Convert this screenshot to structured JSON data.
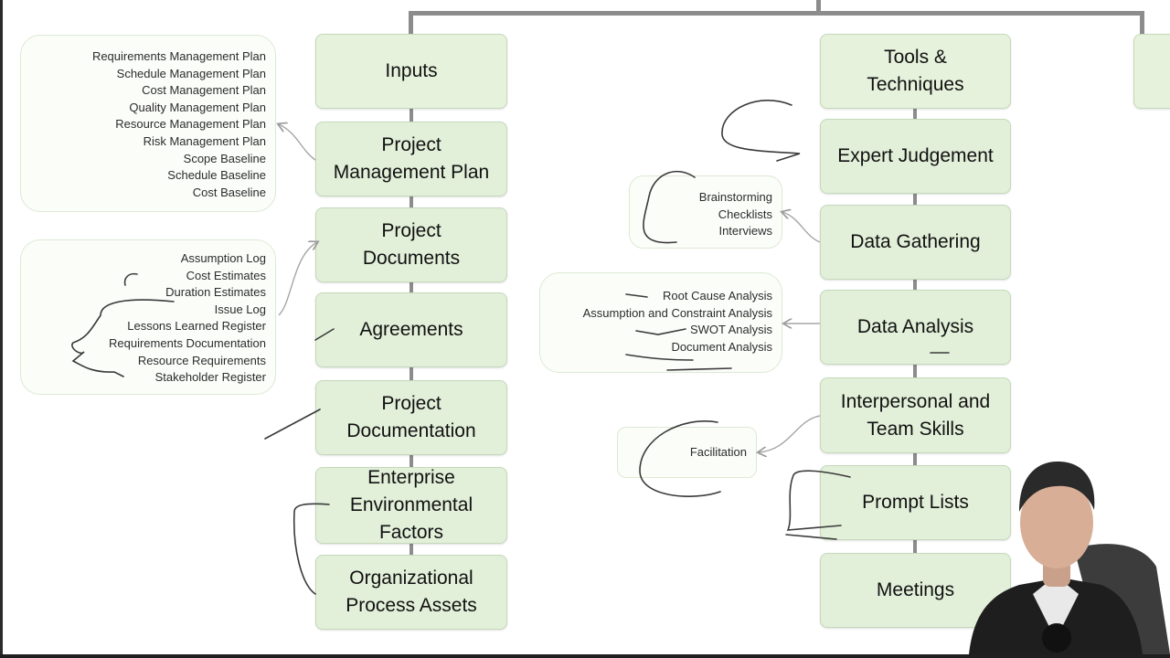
{
  "diagram": {
    "inputs": {
      "header": "Inputs",
      "items": [
        "Project\nManagement Plan",
        "Project\nDocuments",
        "Agreements",
        "Project\nDocumentation",
        "Enterprise\nEnvironmental\nFactors",
        "Organizational\nProcess Assets"
      ],
      "pm_plan_notes": [
        "Requirements Management Plan",
        "Schedule Management Plan",
        "Cost Management Plan",
        "Quality Management Plan",
        "Resource Management Plan",
        "Risk Management Plan",
        "Scope Baseline",
        "Schedule Baseline",
        "Cost Baseline"
      ],
      "documents_notes": [
        "Assumption Log",
        "Cost Estimates",
        "Duration Estimates",
        "Issue Log",
        "Lessons Learned Register",
        "Requirements Documentation",
        "Resource Requirements",
        "Stakeholder Register"
      ]
    },
    "tools": {
      "header": "Tools &\nTechniques",
      "items": [
        "Expert Judgement",
        "Data Gathering",
        "Data Analysis",
        "Interpersonal and\nTeam Skills",
        "Prompt Lists",
        "Meetings"
      ],
      "data_gathering_notes": [
        "Brainstorming",
        "Checklists",
        "Interviews"
      ],
      "data_analysis_notes": [
        "Root Cause Analysis",
        "Assumption and Constraint Analysis",
        "SWOT Analysis",
        "Document Analysis"
      ],
      "interpersonal_notes": [
        "Facilitation"
      ]
    }
  },
  "colors": {
    "box_fill": "#e2efd9",
    "box_border": "#c5d9bb",
    "connector": "#8c8c8c",
    "annotation_ink": "#3a3a3a"
  },
  "overlay": {
    "presenter": "presenter-video"
  }
}
